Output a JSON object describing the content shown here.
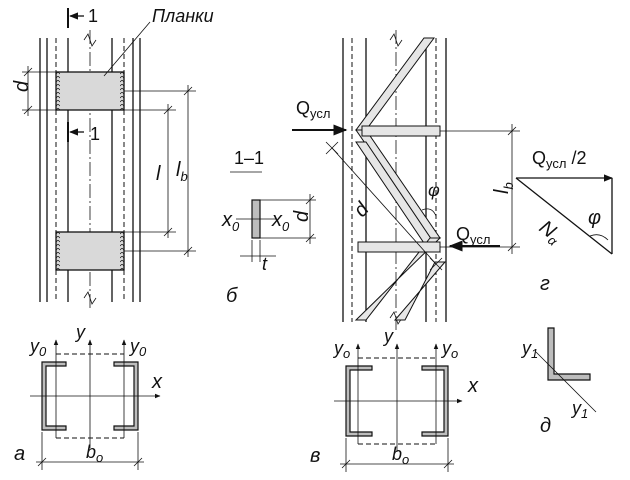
{
  "labels": {
    "plates": "Планки",
    "section_mark": "1",
    "section_title": "1–1",
    "d": "d",
    "l": "l",
    "lb": "lb",
    "t": "t",
    "x0": "x",
    "x0_sub": "0",
    "y0": "y",
    "y0_sub": "0",
    "y": "y",
    "x": "x",
    "b0": "b",
    "b0_sub": "o",
    "Q": "Q",
    "Q_sub": "усл",
    "Q_half": "Q",
    "Q_half_sub": "усл /2",
    "N": "N",
    "N_sub": "α",
    "phi": "φ",
    "alpha": "α",
    "y1": "y",
    "y1_sub": "1"
  },
  "captions": {
    "a": "а",
    "b": "б",
    "v": "в",
    "g": "г",
    "d": "д"
  },
  "colors": {
    "line": "#111111",
    "fill_plate": "#d9d9d9",
    "fill_profile": "#bdbdbd"
  }
}
